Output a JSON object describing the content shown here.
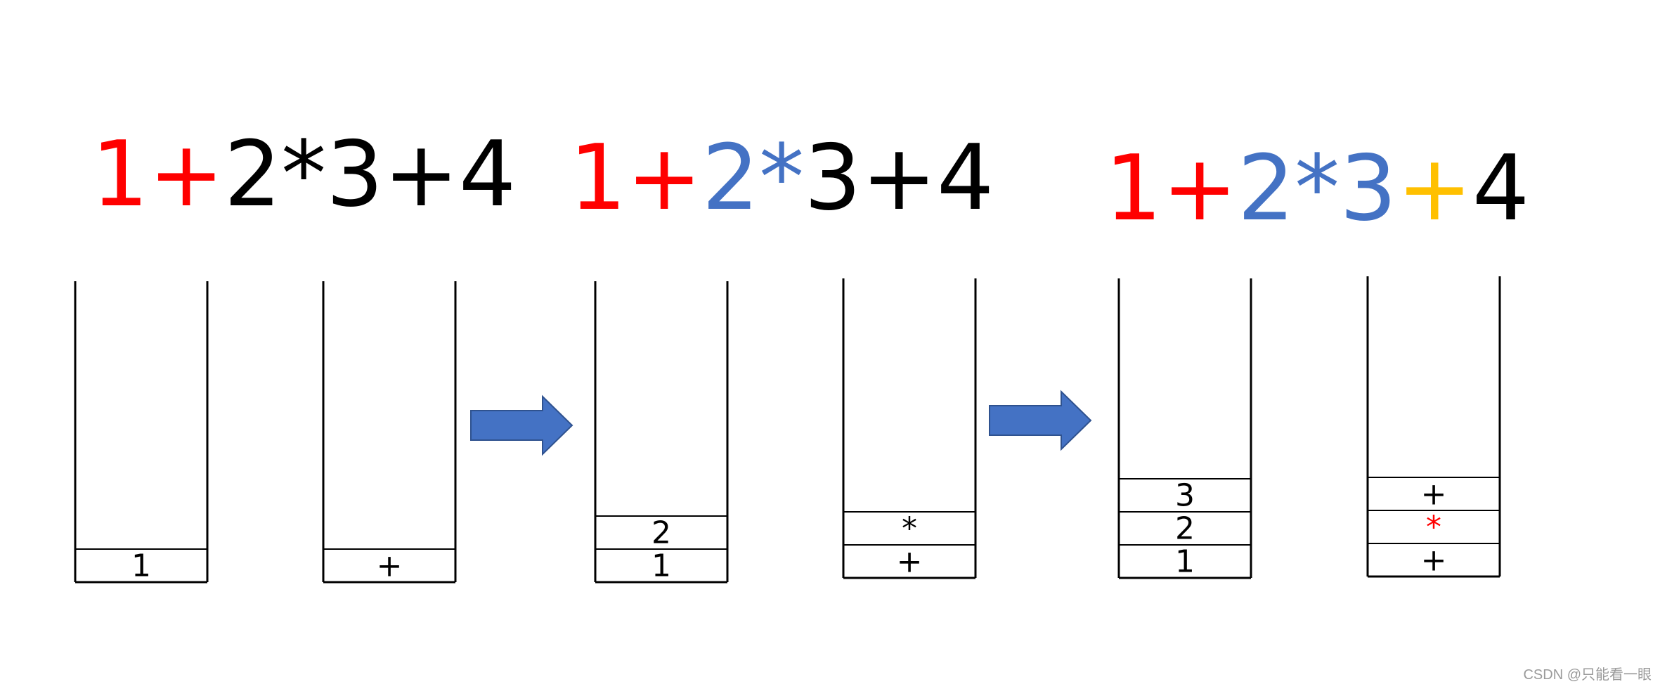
{
  "colors": {
    "red": "#ff0000",
    "blue": "#4472c4",
    "black": "#000000",
    "yellow": "#ffc000",
    "arrow_fill": "#4472c4",
    "arrow_stroke": "#2f528f",
    "line": "#000000"
  },
  "steps": [
    {
      "expression": [
        {
          "t": "1",
          "c": "red"
        },
        {
          "t": "+",
          "c": "red"
        },
        {
          "t": "2",
          "c": "black"
        },
        {
          "t": "*",
          "c": "black"
        },
        {
          "t": "3",
          "c": "black"
        },
        {
          "t": "+",
          "c": "black"
        },
        {
          "t": "4",
          "c": "black"
        }
      ],
      "number_stack": [
        {
          "t": "1",
          "c": "black"
        }
      ],
      "operator_stack": [
        {
          "t": "+",
          "c": "black"
        }
      ]
    },
    {
      "expression": [
        {
          "t": "1",
          "c": "red"
        },
        {
          "t": "+",
          "c": "red"
        },
        {
          "t": "2",
          "c": "blue"
        },
        {
          "t": "*",
          "c": "blue"
        },
        {
          "t": "3",
          "c": "black"
        },
        {
          "t": "+",
          "c": "black"
        },
        {
          "t": "4",
          "c": "black"
        }
      ],
      "number_stack": [
        {
          "t": "1",
          "c": "black"
        },
        {
          "t": "2",
          "c": "black"
        }
      ],
      "operator_stack": [
        {
          "t": "+",
          "c": "black"
        },
        {
          "t": "*",
          "c": "black"
        }
      ]
    },
    {
      "expression": [
        {
          "t": "1",
          "c": "red"
        },
        {
          "t": "+",
          "c": "red"
        },
        {
          "t": "2",
          "c": "blue"
        },
        {
          "t": "*",
          "c": "blue"
        },
        {
          "t": "3",
          "c": "blue"
        },
        {
          "t": "+",
          "c": "yellow"
        },
        {
          "t": "4",
          "c": "black"
        }
      ],
      "number_stack": [
        {
          "t": "1",
          "c": "black"
        },
        {
          "t": "2",
          "c": "black"
        },
        {
          "t": "3",
          "c": "black"
        }
      ],
      "operator_stack": [
        {
          "t": "+",
          "c": "black"
        },
        {
          "t": "*",
          "c": "red"
        },
        {
          "t": "+",
          "c": "black"
        }
      ]
    }
  ],
  "arrow_icon": "right-arrow-icon",
  "watermark": "CSDN @只能看一眼"
}
